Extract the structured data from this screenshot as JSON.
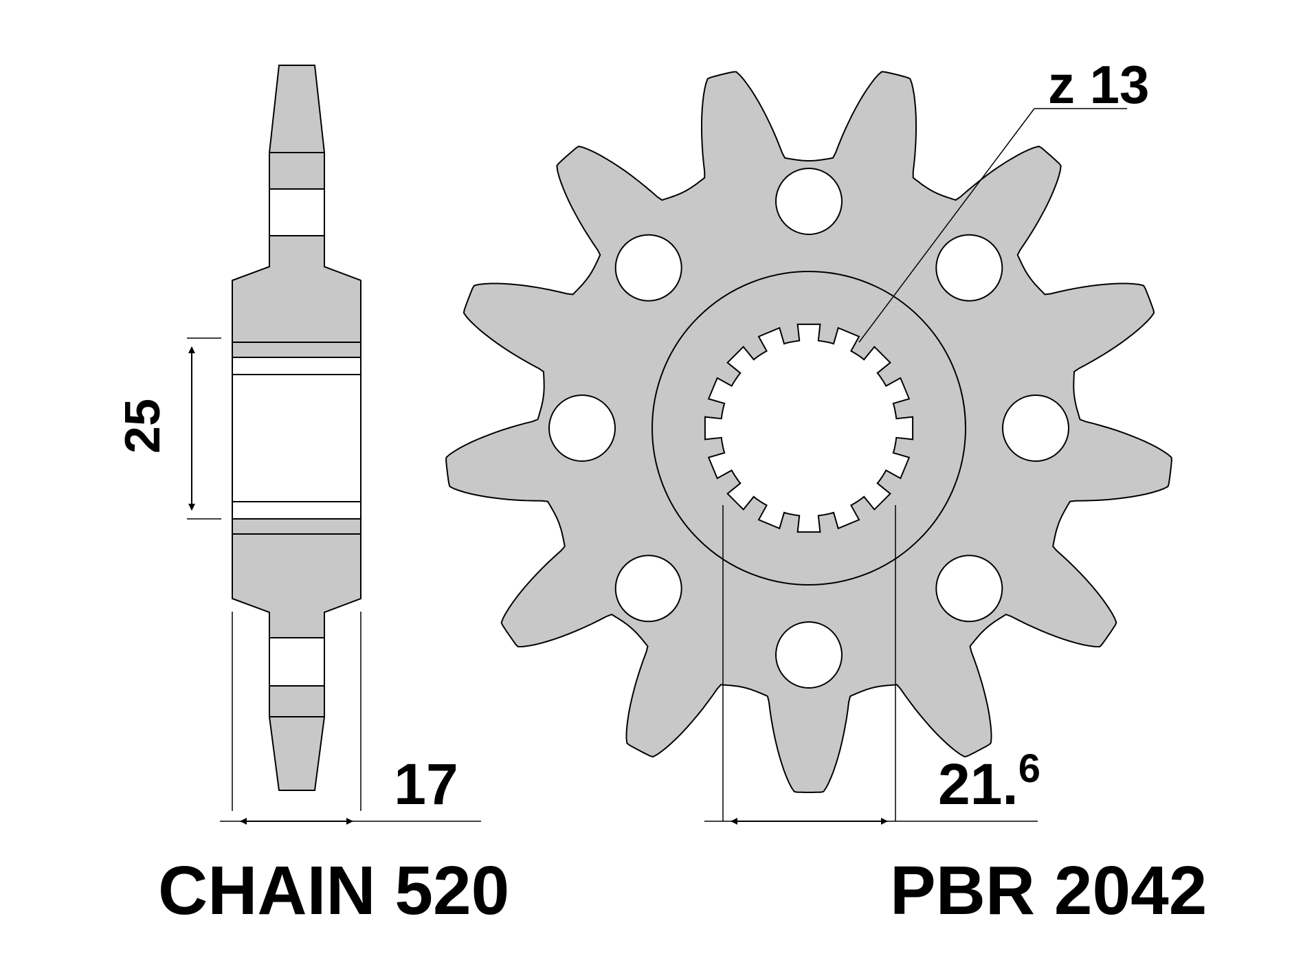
{
  "colors": {
    "metal_fill": "#c8c8c8",
    "outline": "#000000",
    "background": "#ffffff"
  },
  "side_view": {
    "hub_width_label": "25",
    "thickness_label": "17",
    "chain_label": "CHAIN 520"
  },
  "front_view": {
    "teeth_label": "z 13",
    "spline_label_main": "21.",
    "spline_label_sup": "6",
    "part_label": "PBR 2042",
    "tooth_count": 13,
    "bolt_hole_count": 8,
    "spline_count": 16
  }
}
